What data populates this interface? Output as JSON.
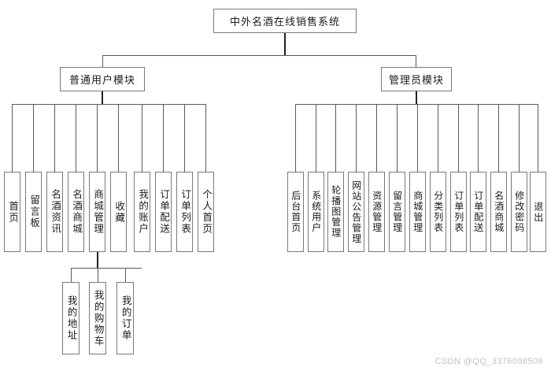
{
  "diagram": {
    "type": "tree",
    "title": "中外名酒在线销售系统",
    "root": {
      "label": "中外名酒在线销售系统"
    },
    "modules": [
      {
        "label": "普通用户模块"
      },
      {
        "label": "管理员模块"
      }
    ],
    "user_nodes": [
      {
        "label": "首页"
      },
      {
        "label": "留言板"
      },
      {
        "label": "名酒资讯"
      },
      {
        "label": "名酒商城"
      },
      {
        "label": "商城管理"
      },
      {
        "label": "收藏"
      },
      {
        "label": "我的账户"
      },
      {
        "label": "订单配送"
      },
      {
        "label": "订单列表"
      },
      {
        "label": "个人首页"
      }
    ],
    "shop_sub_nodes": [
      {
        "label": "我的地址"
      },
      {
        "label": "我的购物车"
      },
      {
        "label": "我的订单"
      }
    ],
    "admin_nodes": [
      {
        "label": "后台首页"
      },
      {
        "label": "系统用户"
      },
      {
        "label": "轮播图管理"
      },
      {
        "label": "网站公告管理"
      },
      {
        "label": "资源管理"
      },
      {
        "label": "留言管理"
      },
      {
        "label": "商城管理"
      },
      {
        "label": "分类列表"
      },
      {
        "label": "订单列表"
      },
      {
        "label": "订单配送"
      },
      {
        "label": "名酒商城"
      },
      {
        "label": "修改密码"
      },
      {
        "label": "退出"
      }
    ]
  },
  "watermark": {
    "text": "CSDN @QQ_3376098506"
  },
  "colors": {
    "node_border": "#7a7a7a",
    "connector": "#5a5a5a",
    "text": "#1a1a1a",
    "background": "#ffffff",
    "watermark": "#c3c3c3"
  }
}
